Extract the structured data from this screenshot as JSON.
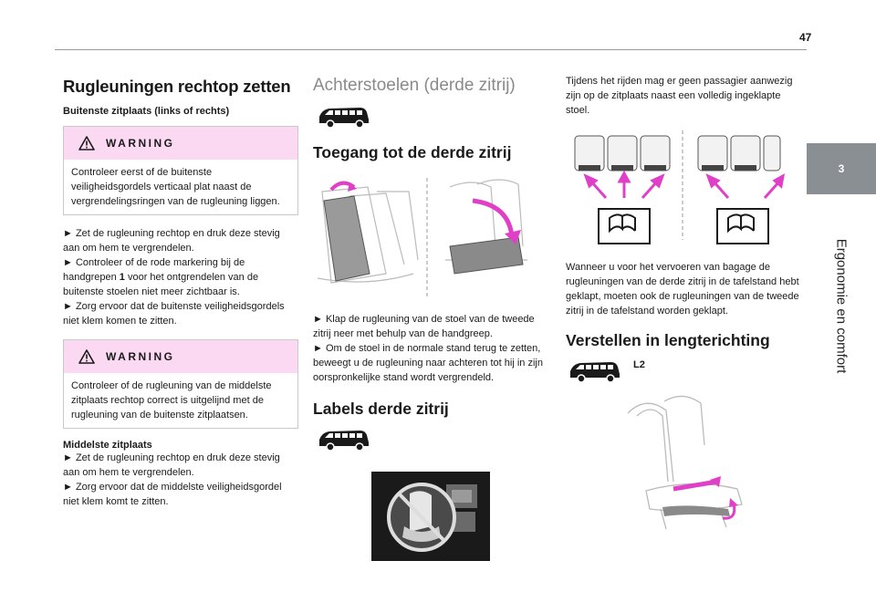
{
  "page": {
    "number": "47"
  },
  "side_tab": {
    "chapter": "3",
    "title": "Ergonomie en comfort"
  },
  "col1": {
    "title": "Rugleuningen rechtop zetten",
    "subtitle": "Buitenste zitplaats (links of rechts)",
    "warning1": {
      "label": "WARNING",
      "text": "Controleer eerst of de buitenste veiligheidsgordels verticaal plat naast de vergrendelingsringen van de rugleuning liggen."
    },
    "steps1": [
      "► Zet de rugleuning rechtop en druk deze stevig aan om hem te vergrendelen.",
      "► Controleer of de rode markering bij de handgrepen",
      "► Zorg ervoor dat de buitenste veiligheidsgordels niet klem komen te zitten."
    ],
    "step2_bold": "1",
    "step2_rest": " voor het ontgrendelen van de buitenste stoelen niet meer zichtbaar is.",
    "warning2": {
      "label": "WARNING",
      "text": "Controleer of de rugleuning van de middelste zitplaats rechtop correct is uitgelijnd met de rugleuning van de buitenste zitplaatsen."
    },
    "middle_title": "Middelste zitplaats",
    "middle_steps": [
      "► Zet de rugleuning rechtop en druk deze stevig aan om hem te vergrendelen.",
      "► Zorg ervoor dat de middelste veiligheidsgordel niet klem komt te zitten."
    ]
  },
  "col2": {
    "title": "Achterstoelen (derde zitrij)",
    "access_title": "Toegang tot de derde zitrij",
    "access_steps": [
      "► Klap de rugleuning van de stoel van de tweede zitrij neer met behulp van de handgreep.",
      "► Om de stoel in de normale stand terug te zetten, beweegt u de rugleuning naar achteren tot hij in zijn oorspronkelijke stand wordt vergrendeld."
    ],
    "labels_title": "Labels derde zitrij"
  },
  "col3": {
    "intro": "Tijdens het rijden mag er geen passagier aanwezig zijn op de zitplaats naast een volledig ingeklapte stoel.",
    "luggage_text": "Wanneer u voor het vervoeren van bagage de rugleuningen van de derde zitrij in de tafelstand hebt geklapt, moeten ook de rugleuningen van de tweede zitrij in de tafelstand worden geklapt.",
    "adjust_title": "Verstellen in lengterichting",
    "version_label": "L2"
  },
  "colors": {
    "warning_bg": "#fbd9f2",
    "arrow": "#e040c8",
    "tab": "#8a8f94"
  },
  "icons": [
    "warning-triangle-icon",
    "van-icon",
    "manual-book-icon"
  ]
}
